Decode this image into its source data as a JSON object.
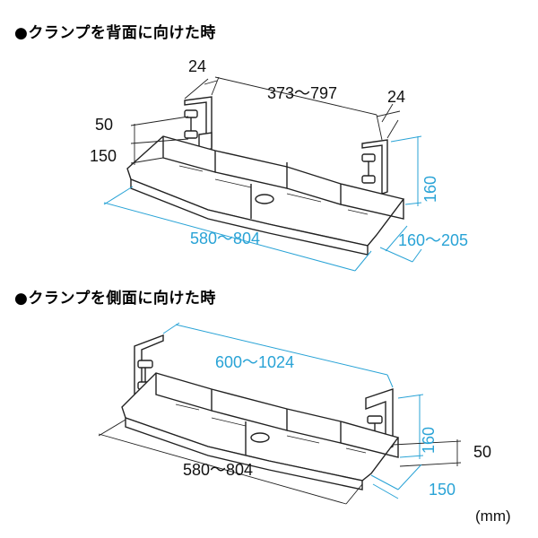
{
  "headings": {
    "back": "●クランプを背面に向けた時",
    "side": "●クランプを側面に向けた時"
  },
  "back_view": {
    "clamp_width_left": "24",
    "clamp_spacing": "373〜797",
    "clamp_width_right": "24",
    "clamp_height_upper": "50",
    "clamp_height_lower": "150",
    "tray_length": "580〜804",
    "tray_height": "160",
    "tray_depth": "160〜205"
  },
  "side_view": {
    "overall_length": "600〜1024",
    "tray_length": "580〜804",
    "tray_height": "160",
    "clamp_offset": "50",
    "tray_depth": "150"
  },
  "unit": "(mm)",
  "colors": {
    "dimension_blue": "#29a3d6",
    "line": "#222222"
  }
}
